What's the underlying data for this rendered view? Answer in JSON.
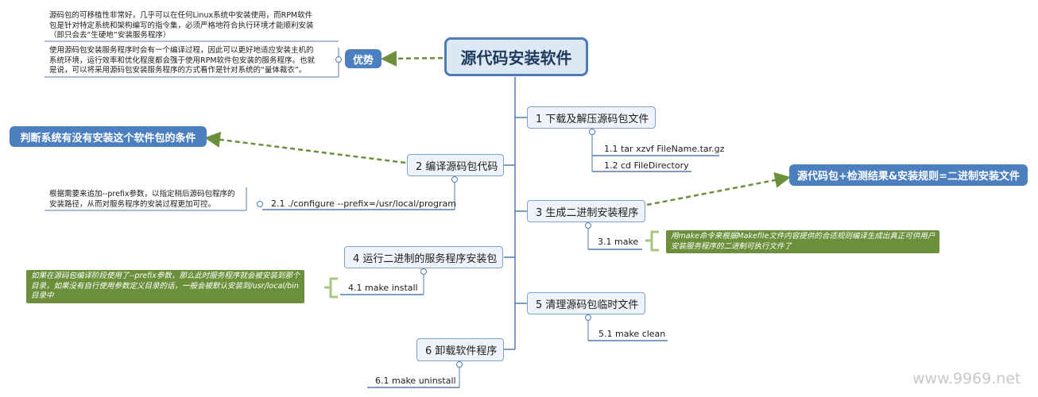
{
  "root": {
    "label": "源代码安装软件"
  },
  "advantage": {
    "label": "优势",
    "notes": [
      "源码包的可移植性非常好，几乎可以在任何Linux系统中安装使用，而RPM软件",
      "包是针对特定系统和架构编写的指令集，必须严格地符合执行环境才能顺利安装",
      "（即只会去“生硬地”安装服务程序）"
    ],
    "notes2": [
      "使用源码包安装服务程序时会有一个编译过程，因此可以更好地适应安装主机的",
      "系统环境，运行效率和优化程度都会强于使用RPM软件包安装的服务程序。也就",
      "是说，可以将采用源码包安装服务程序的方式看作是针对系统的“量体裁衣”。"
    ]
  },
  "steps": {
    "s1": {
      "label": "1 下载及解压源码包文件",
      "leaves": [
        "1.1  tar xzvf FileName.tar.gz",
        "1.2  cd FileDirectory"
      ]
    },
    "s2": {
      "label": "2 编译源码包代码",
      "callout": "判断系统有没有安装这个软件包的条件",
      "leaf": "2.1  ./configure --prefix=/usr/local/program",
      "notes": [
        "根据需要来追加--prefix参数，以指定稍后源码包程序的",
        "安装路径，从而对服务程序的安装过程更加可控。"
      ]
    },
    "s3": {
      "label": "3 生成二进制安装程序",
      "callout": "源代码包+检测结果&安装规则=二进制安装文件",
      "leaf": "3.1  make",
      "notes": [
        "用make命令来根据Makefile文件内容提供的合适规则编译生成出真正可供用户",
        "安装服务程序的二进制可执行文件了"
      ]
    },
    "s4": {
      "label": "4 运行二进制的服务程序安装包",
      "leaf": "4.1  make install",
      "notes": [
        "如果在源码包编译阶段使用了--prefix参数，那么此时服务程序就会被安装到那个",
        "目录，如果没有自行使用参数定义目录的话，一般会被默认安装到/usr/local/bin",
        "目录中"
      ]
    },
    "s5": {
      "label": "5 清理源码包临时文件",
      "leaf": "5.1  make clean"
    },
    "s6": {
      "label": "6 卸载软件程序",
      "leaf": "6.1  make uninstall"
    }
  },
  "watermark": "www.9969.net",
  "colors": {
    "branch": "#4e7bb3",
    "dashed_arrow": "#6b8f3a",
    "pill": "#4c7fbf",
    "note_box": "#6b8f3a"
  }
}
